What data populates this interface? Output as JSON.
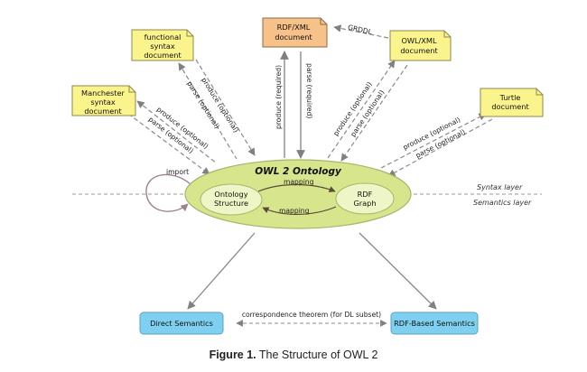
{
  "ontology": {
    "title": "OWL 2 Ontology",
    "structure_label": [
      "Ontology",
      "Structure"
    ],
    "rdf_graph_label": [
      "RDF",
      "Graph"
    ],
    "mapping_label": "mapping",
    "import_label": "import"
  },
  "documents": {
    "functional": [
      "functional",
      "syntax",
      "document"
    ],
    "manchester": [
      "Manchester",
      "syntax",
      "document"
    ],
    "rdfxml": [
      "RDF/XML",
      "document"
    ],
    "owlxml": [
      "OWL/XML",
      "document"
    ],
    "turtle": [
      "Turtle",
      "document"
    ]
  },
  "edges": {
    "produce_optional": "produce (optional)",
    "parse_optional": "parse (optional)",
    "produce_required": "produce (required)",
    "parse_required": "parse (required)",
    "grddl": "GRDDL",
    "correspondence": "correspondence theorem (for DL subset)"
  },
  "layers": {
    "syntax": "Syntax layer",
    "semantics": "Semantics layer"
  },
  "semantics": {
    "direct": "Direct Semantics",
    "rdf_based": "RDF-Based Semantics"
  },
  "caption": {
    "label": "Figure 1.",
    "text": "The Structure of OWL 2"
  },
  "colors": {
    "doc_yellow": "#fbf38c",
    "doc_orange": "#f7c18a",
    "ellipse_green": "#d7e58d",
    "inner_green": "#eef5c6",
    "semantics_blue": "#7fd0f0",
    "arrow_gray": "#8a8a8a"
  }
}
